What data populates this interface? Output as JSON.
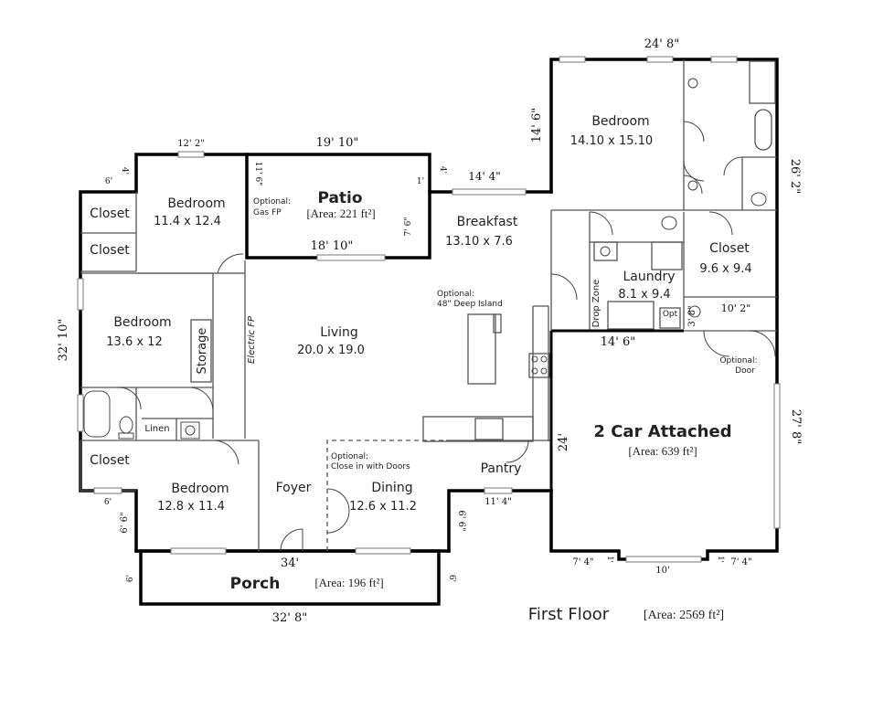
{
  "rooms": {
    "patio": {
      "name": "Patio",
      "area": "[Area: 221 ft²]",
      "optional_label": "Optional:",
      "optional_item": "Gas FP"
    },
    "breakfast": {
      "name": "Breakfast",
      "size": "13.10 x 7.6"
    },
    "master_bedroom": {
      "name": "Bedroom",
      "size": "14.10 x 15.10"
    },
    "bedroom_nw": {
      "name": "Bedroom",
      "size": "11.4 x 12.4"
    },
    "bedroom_w": {
      "name": "Bedroom",
      "size": "13.6 x 12"
    },
    "bedroom_sw": {
      "name": "Bedroom",
      "size": "12.8 x 11.4"
    },
    "closet_a": {
      "name": "Closet"
    },
    "closet_b": {
      "name": "Closet"
    },
    "closet_c": {
      "name": "Closet"
    },
    "master_closet": {
      "name": "Closet",
      "size": "9.6 x 9.4"
    },
    "laundry": {
      "name": "Laundry",
      "size": "8.1 x 9.4"
    },
    "drop_zone": {
      "name": "Drop Zone"
    },
    "living": {
      "name": "Living",
      "size": "20.0 x 19.0",
      "electric_fp": "Electric FP"
    },
    "storage": {
      "name": "Storage"
    },
    "linen": {
      "name": "Linen"
    },
    "foyer": {
      "name": "Foyer"
    },
    "dining": {
      "name": "Dining",
      "size": "12.6 x 11.2",
      "optional_label": "Optional:",
      "optional_item": "Close in with Doors"
    },
    "pantry": {
      "name": "Pantry"
    },
    "garage": {
      "name": "2 Car Attached",
      "area": "[Area: 639 ft²]",
      "optional_label": "Optional:",
      "optional_item": "Door"
    },
    "porch": {
      "name": "Porch",
      "area": "[Area: 196 ft²]"
    },
    "island": {
      "label": "Optional:",
      "item": "48\" Deep Island"
    },
    "opt": {
      "name": "Opt"
    }
  },
  "dimensions": {
    "top_right_width": "24' 8\"",
    "master_depth": "14' 6\"",
    "right_depth": "26' 2\"",
    "patio_width_top": "19' 10\"",
    "patio_width_bottom": "18' 10\"",
    "patio_depth": "11' 6\"",
    "patio_side": "7' 6\"",
    "patio_offset": "1'",
    "breakfast_width": "14' 4\"",
    "breakfast_offset": "4'",
    "bedroom_nw_width": "12' 2\"",
    "nw_offset_a": "6'",
    "nw_offset_b": "4'",
    "left_depth": "32' 10\"",
    "sw_offset": "6'",
    "sw_depth": "6' 6\"",
    "front_width": "34'",
    "porch_depth_left": "6'",
    "porch_depth_right": "6'",
    "porch_width": "32' 8\"",
    "dining_depth": "6' 6\"",
    "pantry_width": "11' 4\"",
    "garage_top": "14' 6\"",
    "garage_side": "24'",
    "garage_right": "27' 8\"",
    "laundry_side": "3' 8\"",
    "mudroom_width": "10' 2\"",
    "garage_bottom_left": "7' 4\"",
    "garage_bottom_mid": "10'",
    "garage_bottom_right": "7' 4\"",
    "garage_jog_left": "1'",
    "garage_jog_right": "1'"
  },
  "footer": {
    "floor_name": "First Floor",
    "floor_area": "[Area: 2569 ft²]"
  }
}
